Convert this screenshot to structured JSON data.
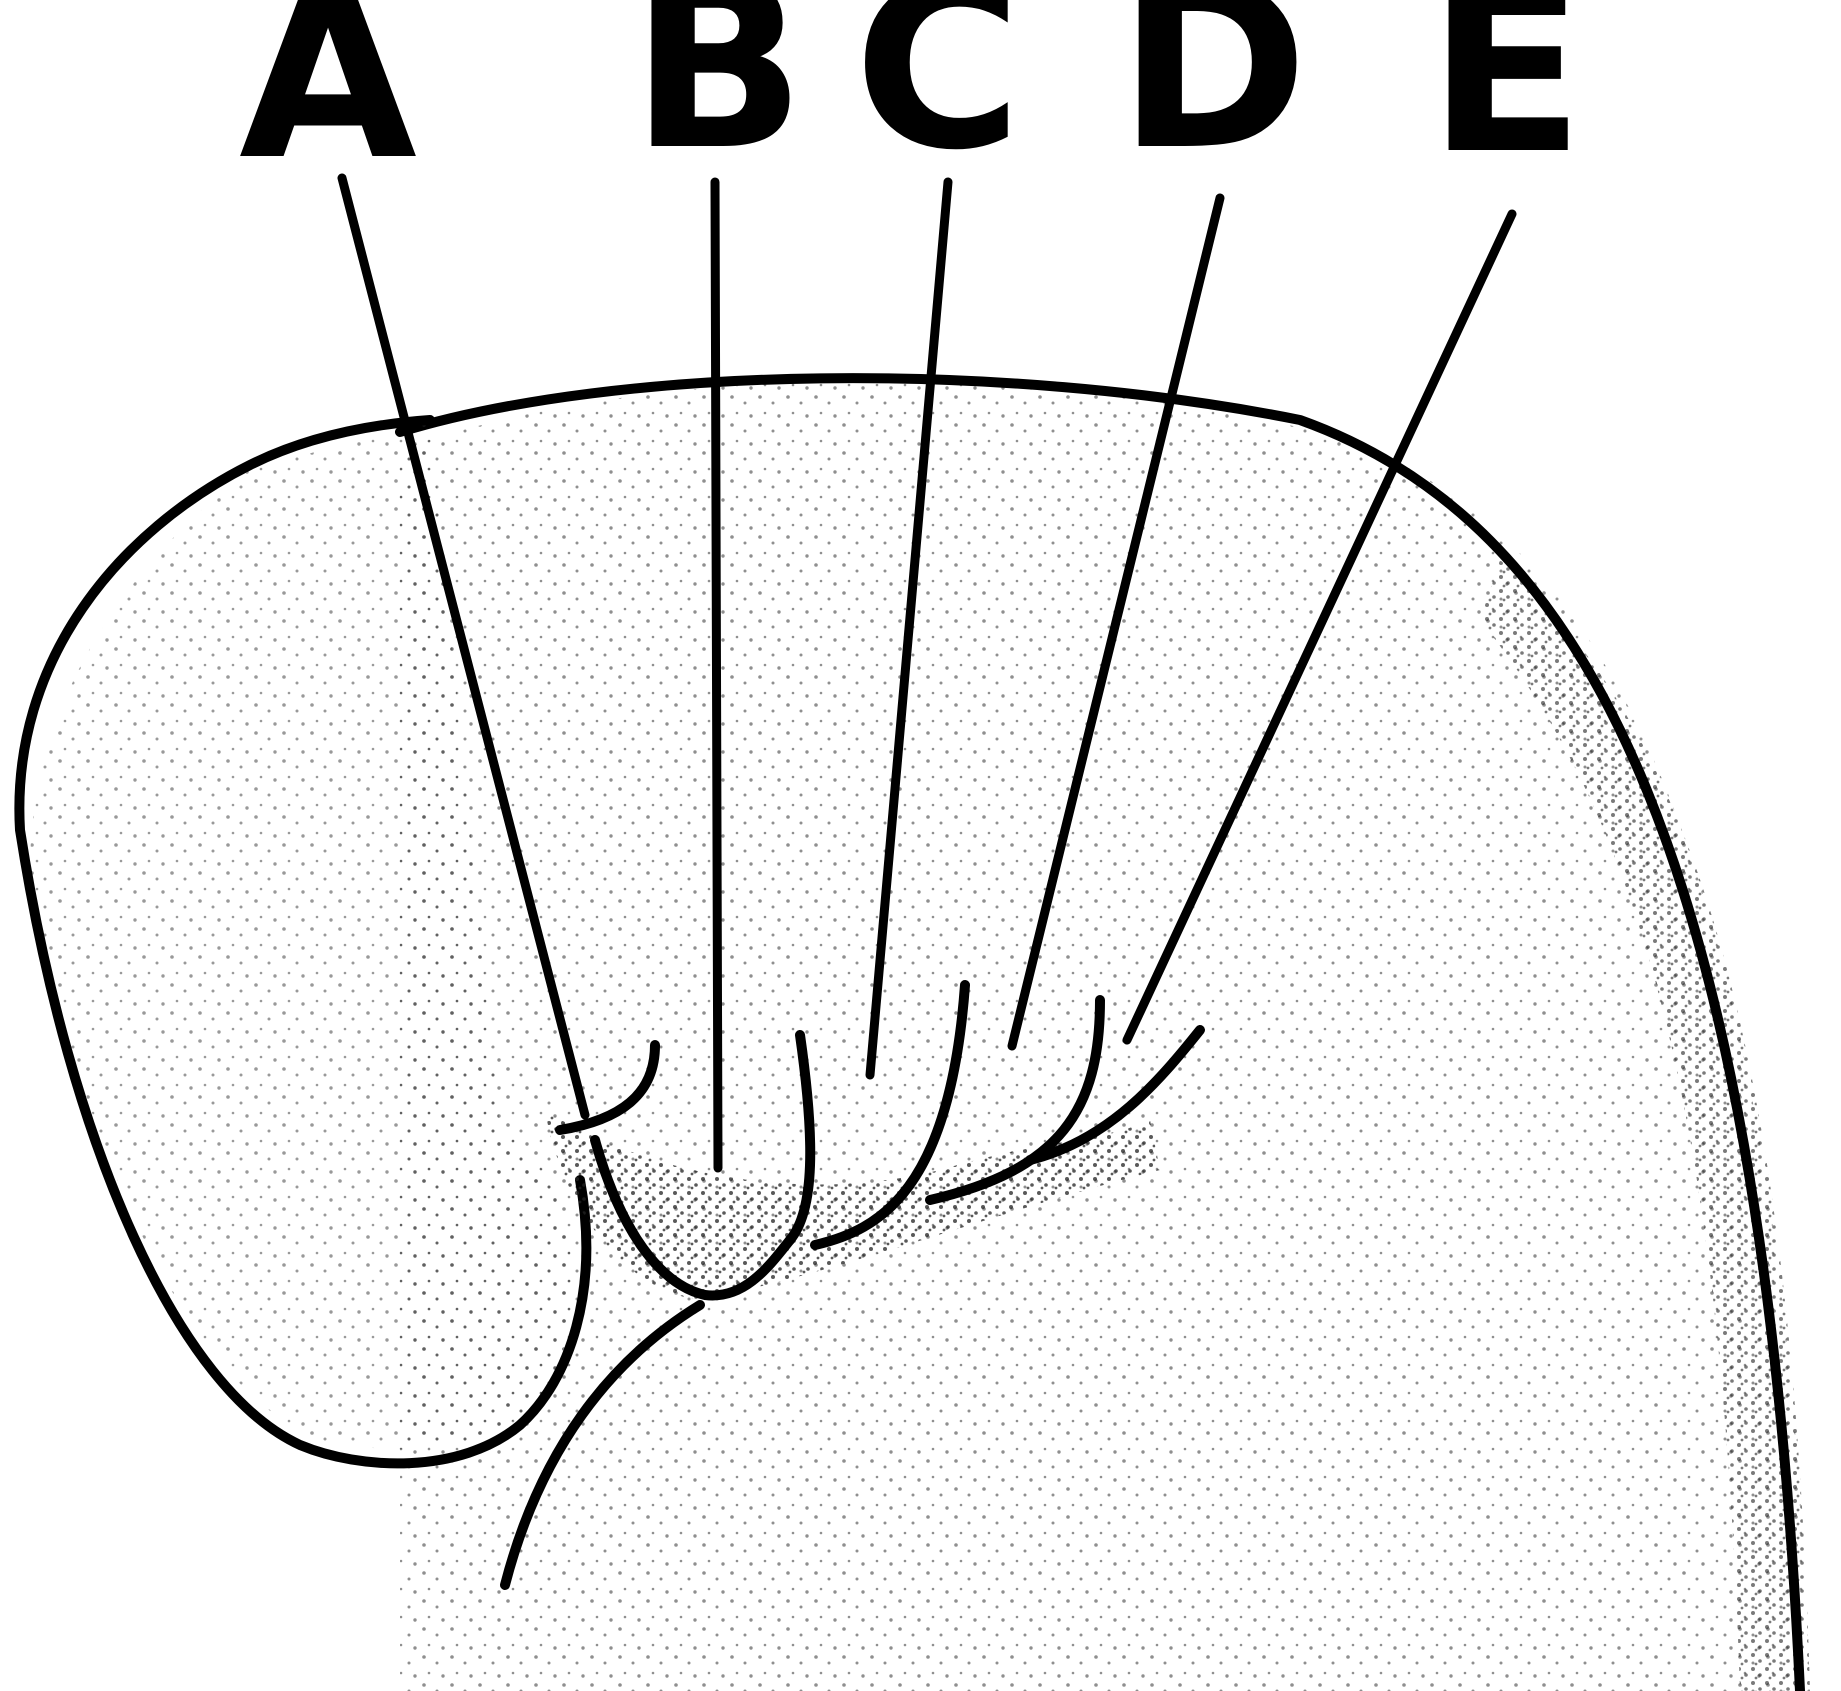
{
  "labels": {
    "a": "A",
    "b": "B",
    "c": "C",
    "d": "D",
    "e": "E"
  },
  "colors": {
    "ink": "#000000",
    "paper": "#ffffff",
    "stipple": "#333333"
  }
}
